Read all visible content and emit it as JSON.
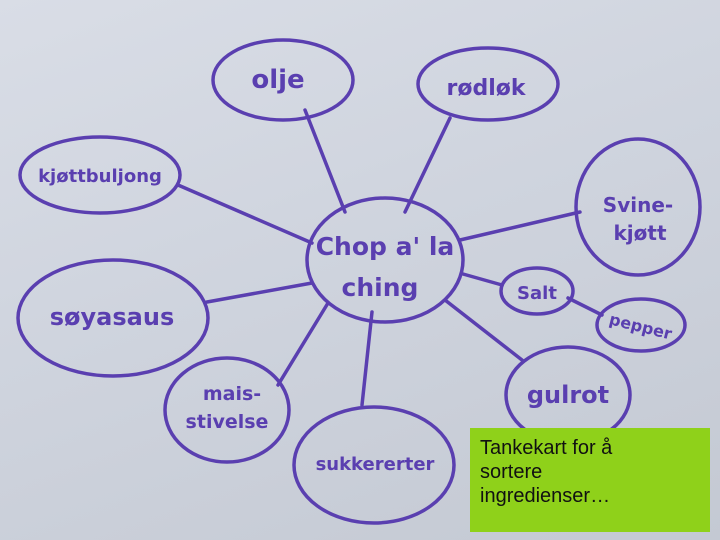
{
  "diagram": {
    "center": {
      "line1": "Chop a' la",
      "line2": "ching"
    },
    "nodes": {
      "olje": "olje",
      "rodlok": "rødløk",
      "kjottbuljong": "kjøttbuljong",
      "svinekjott_line1": "Svine-",
      "svinekjott_line2": "kjøtt",
      "salt": "Salt",
      "pepper": "pepper",
      "soyasaus": "søyasaus",
      "maisstivelse_line1": "mais-",
      "maisstivelse_line2": "stivelse",
      "sukkererter": "sukkererter",
      "gulrot": "gulrot"
    }
  },
  "caption": {
    "line1": "Tankekart for å",
    "line2": "sortere",
    "line3": "ingredienser…"
  },
  "colors": {
    "ink": "#5a3fb0",
    "caption_bg": "#8fd11a"
  }
}
